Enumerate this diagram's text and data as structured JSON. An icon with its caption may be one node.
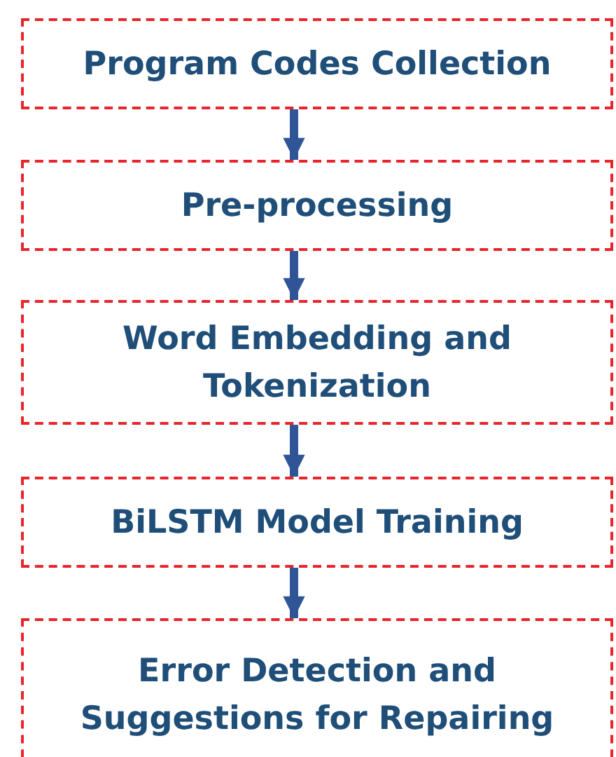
{
  "diagram": {
    "nodes": [
      {
        "text": [
          "Program Codes Collection"
        ]
      },
      {
        "text": [
          "Pre-processing"
        ]
      },
      {
        "text": [
          "Word Embedding and Tokenization"
        ]
      },
      {
        "text": [
          "BiLSTM Model Training"
        ]
      },
      {
        "text": [
          "Error Detection and Suggestions for Repairing"
        ]
      }
    ],
    "edges": [
      {
        "from": 0,
        "to": 1,
        "arrow": "to"
      },
      {
        "from": 1,
        "to": 2,
        "arrow": "to"
      },
      {
        "from": 2,
        "to": 3,
        "arrow": "to"
      },
      {
        "from": 3,
        "to": 4,
        "arrow": "to"
      }
    ]
  }
}
